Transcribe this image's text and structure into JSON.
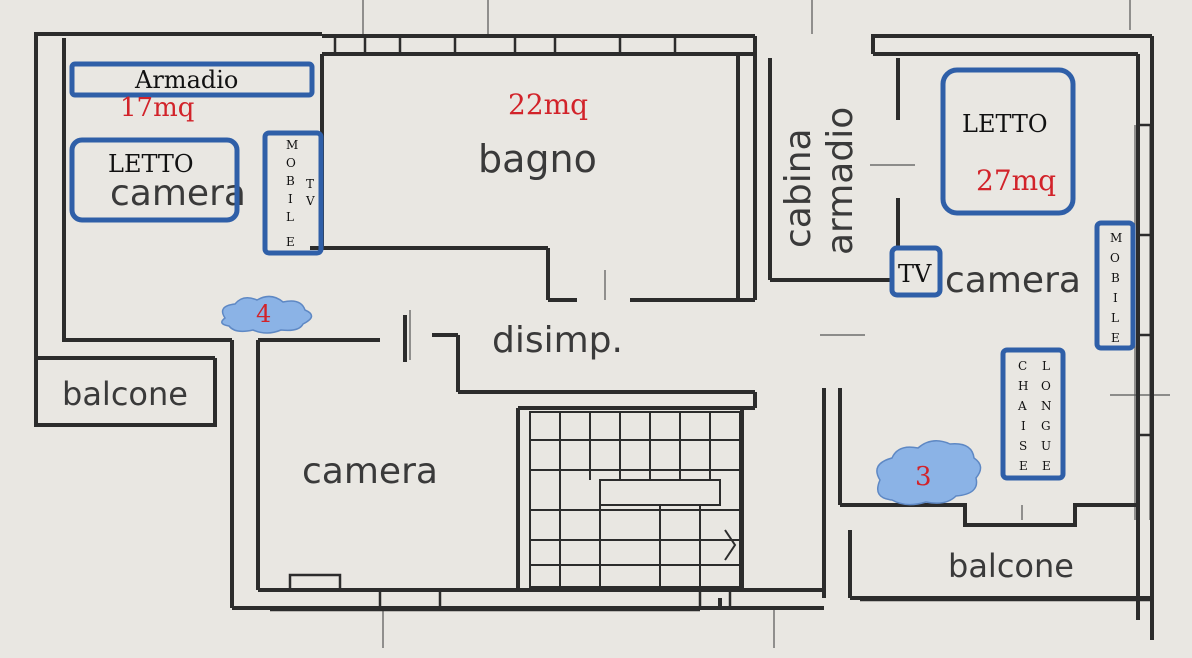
{
  "rooms": {
    "camera_top_left": "camera",
    "bagno": "bagno",
    "cabina_armadio_1": "cabina",
    "cabina_armadio_2": "armadio",
    "camera_right": "camera",
    "disimpegno": "disimp.",
    "balcone_left": "balcone",
    "camera_bottom": "camera",
    "balcone_right": "balcone"
  },
  "areas": {
    "camera_top_left": "17mq",
    "bagno": "22mq",
    "camera_right": "27mq"
  },
  "furniture": {
    "armadio": "Armadio",
    "letto_left": "LETTO",
    "letto_right": "LETTO",
    "tv_right": "TV",
    "mobile_tv_left": [
      "M",
      "O",
      "B",
      "I",
      "L",
      "E"
    ],
    "mobile_tv_left_tv": [
      "T",
      "V"
    ],
    "mobile_right": [
      "M",
      "O",
      "B",
      "I",
      "L",
      "E"
    ],
    "chaise": [
      "C",
      "H",
      "A",
      "I",
      "S",
      "E"
    ],
    "longue": [
      "L",
      "O",
      "N",
      "G",
      "U",
      "E"
    ]
  },
  "markers": {
    "cloud_4": "4",
    "cloud_3": "3"
  },
  "colors": {
    "wall": "#2c2c2c",
    "annotation_blue": "#2f5fa8",
    "area_red": "#d2232a",
    "cloud_fill": "#8bb3e6",
    "background": "#e9e7e2"
  }
}
